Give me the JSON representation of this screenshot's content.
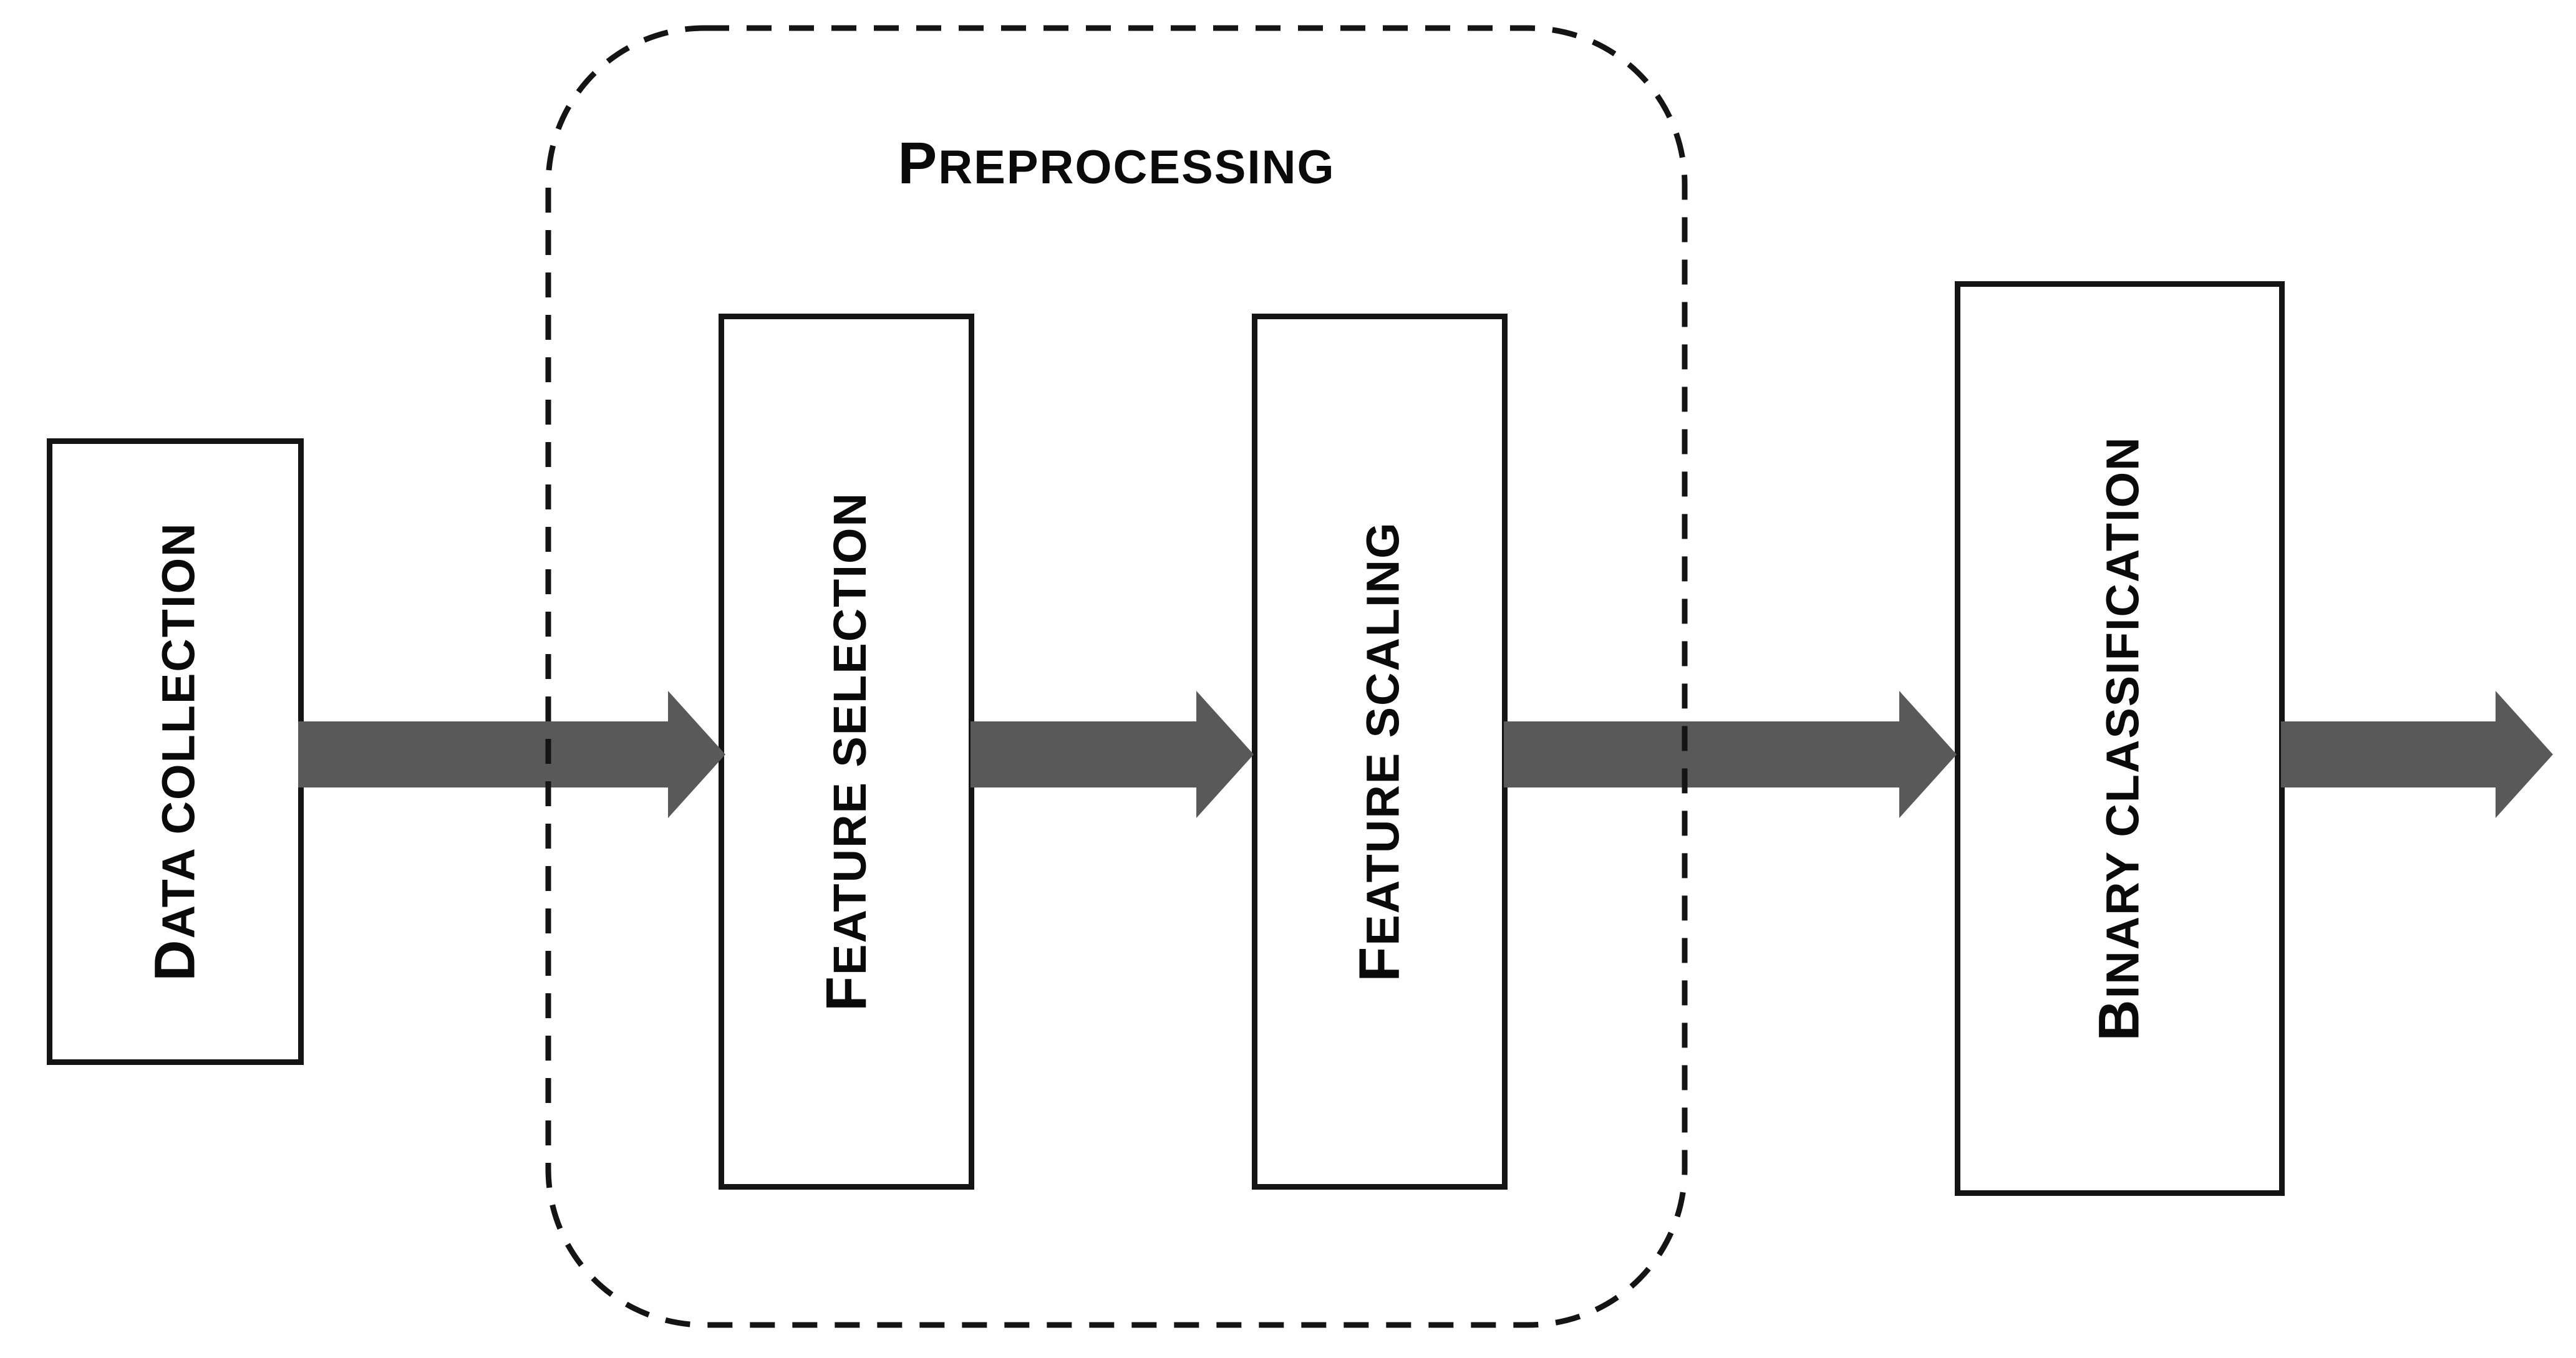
{
  "diagram": {
    "title": "PREPROCESSING",
    "nodes": [
      {
        "label": "DATA COLLECTION"
      },
      {
        "label": "FEATURE SELECTION"
      },
      {
        "label": "FEATURE SCALING"
      },
      {
        "label": "BINARY CLASSIFICATION"
      }
    ],
    "group": {
      "label": "PREPROCESSING",
      "style": "dashed-rounded-rectangle",
      "members": [
        "FEATURE SELECTION",
        "FEATURE SCALING"
      ]
    },
    "edges": [
      {
        "from": "DATA COLLECTION",
        "to": "FEATURE SELECTION"
      },
      {
        "from": "FEATURE SELECTION",
        "to": "FEATURE SCALING"
      },
      {
        "from": "FEATURE SCALING",
        "to": "BINARY CLASSIFICATION"
      },
      {
        "from": "BINARY CLASSIFICATION",
        "to": "output"
      }
    ],
    "colors": {
      "arrow": "#595959",
      "line": "#141414",
      "text": "#0a0a0a",
      "background": "#ffffff"
    }
  }
}
